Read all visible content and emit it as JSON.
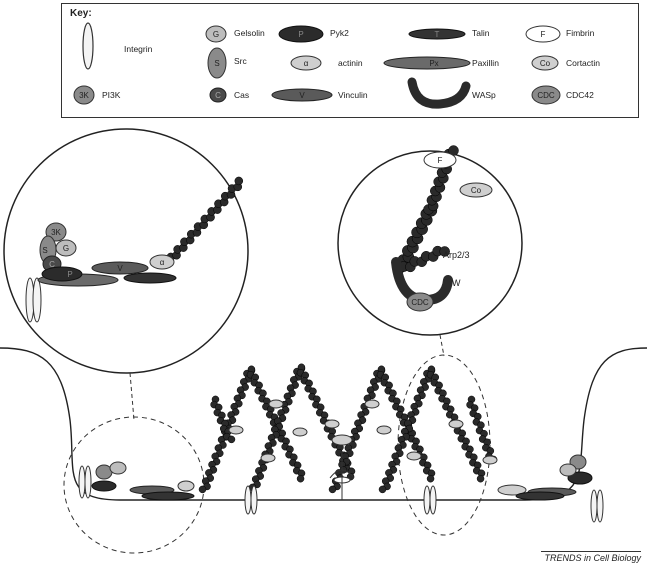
{
  "key": {
    "title": "Key:",
    "items": [
      {
        "label": "Integrin",
        "glyph": "",
        "color": "#f4f4f4"
      },
      {
        "label": "Gelsolin",
        "glyph": "G",
        "color": "#bdbdbd"
      },
      {
        "label": "Pyk2",
        "glyph": "P",
        "color": "#2b2b2b"
      },
      {
        "label": "Talin",
        "glyph": "T",
        "color": "#333333"
      },
      {
        "label": "Fimbrin",
        "glyph": "F",
        "color": "#ffffff"
      },
      {
        "label": "Src",
        "glyph": "S",
        "color": "#8a8a8a"
      },
      {
        "label": "actinin",
        "glyph": "α",
        "color": "#cfcfcf"
      },
      {
        "label": "Paxillin",
        "glyph": "Px",
        "color": "#6a6a6a"
      },
      {
        "label": "Cortactin",
        "glyph": "Co",
        "color": "#cfcfcf"
      },
      {
        "label": "PI3K",
        "glyph": "3K",
        "color": "#8a8a8a"
      },
      {
        "label": "Cas",
        "glyph": "C",
        "color": "#4a4a4a"
      },
      {
        "label": "Vinculin",
        "glyph": "V",
        "color": "#5a5a5a"
      },
      {
        "label": "WASp",
        "glyph": "",
        "color": "#2b2b2b"
      },
      {
        "label": "CDC42",
        "glyph": "CDC",
        "color": "#8a8a8a"
      }
    ]
  },
  "diagram": {
    "left_zoom": {
      "labels": [
        "3K",
        "S",
        "G",
        "C",
        "P",
        "V",
        "α"
      ]
    },
    "right_zoom": {
      "labels": [
        "F",
        "Co",
        "Arp2/3",
        "W",
        "CDC"
      ]
    }
  },
  "credit": "TRENDS in Cell Biology"
}
